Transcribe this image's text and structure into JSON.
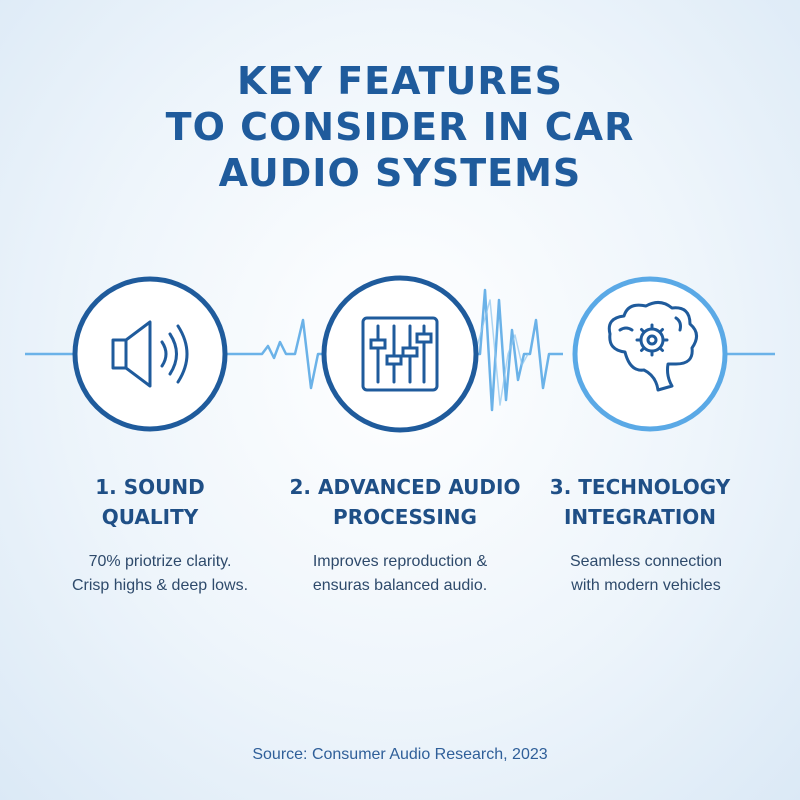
{
  "page": {
    "title_lines": [
      "KEY FEATURES",
      "TO CONSIDER IN CAR",
      "AUDIO SYSTEMS"
    ],
    "source": "Source: Consumer Audio Research, 2023"
  },
  "colors": {
    "title": "#1f5b9c",
    "dark_ring": "#1f5b9c",
    "light_ring": "#5aa9e6",
    "waveform": "#6bb2e8"
  },
  "features": [
    {
      "icon": "speaker-sound-icon",
      "title_lines": [
        "1. SOUND",
        "QUALITY"
      ],
      "desc_lines": [
        "70% priotrize clarity.",
        "Crisp highs & deep lows."
      ]
    },
    {
      "icon": "equalizer-sliders-icon",
      "title_lines": [
        "2. ADVANCED AUDIO",
        "PROCESSING"
      ],
      "desc_lines": [
        "Improves reproduction &",
        "ensuras balanced audio."
      ]
    },
    {
      "icon": "brain-gear-icon",
      "title_lines": [
        "3. TECHNOLOGY",
        "INTEGRATION"
      ],
      "desc_lines": [
        "Seamless connection",
        "with modern vehicles"
      ]
    }
  ]
}
